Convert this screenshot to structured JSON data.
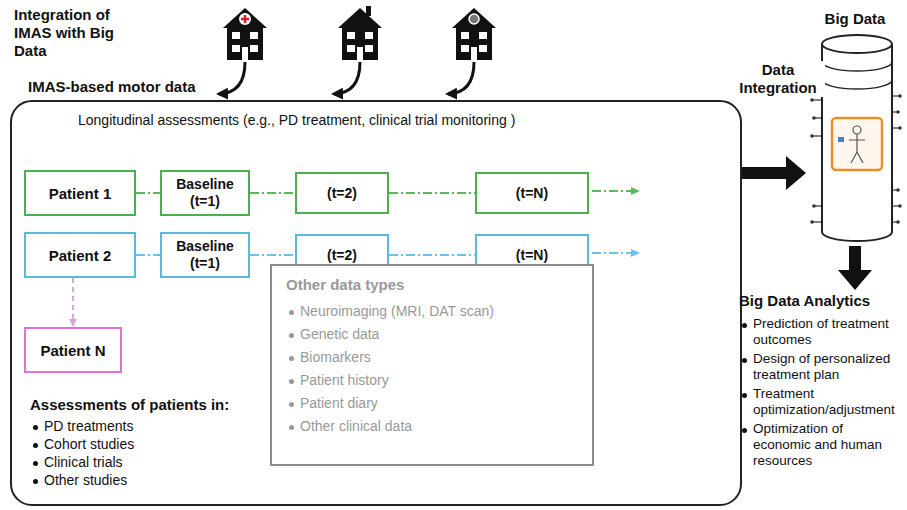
{
  "diagram": {
    "title": "Integration of IMAS with Big Data",
    "nodes": [
      {
        "text": [
          "IMAS-based motor data",
          "Longitudinal assessments (e.g., PD treatment, clinical trial monitoring )"
        ]
      },
      {
        "text": [
          "Patient 1"
        ],
        "in": 0
      },
      {
        "text": [
          "Baseline (t=1)"
        ],
        "in": 0
      },
      {
        "text": [
          "(t=2)"
        ],
        "in": 0
      },
      {
        "text": [
          "(t=N)"
        ],
        "in": 0
      },
      {
        "text": [
          "Patient 2"
        ],
        "in": 0
      },
      {
        "text": [
          "Baseline (t=1)"
        ],
        "in": 0
      },
      {
        "text": [
          "(t=2)"
        ],
        "in": 0
      },
      {
        "text": [
          "(t=N)"
        ],
        "in": 0
      },
      {
        "text": [
          "Patient N"
        ],
        "in": 0
      },
      {
        "text": [
          "Other data types",
          "Neuroimaging (MRI, DAT scan)",
          "Genetic data",
          "Biomarkers",
          "Patient history",
          "Patient diary",
          "Other clinical data"
        ],
        "in": 0
      },
      {
        "text": [
          "Big Data"
        ]
      },
      {
        "text": [
          "Big Data Analytics",
          "Prediction of treatment outcomes",
          "Design of personalized treatment plan",
          "Treatment optimization/adjustment",
          "Optimization of economic and human resources"
        ]
      }
    ],
    "edges": [
      {
        "from": 1,
        "to": 2,
        "arrow": "none"
      },
      {
        "from": 2,
        "to": 3,
        "arrow": "none"
      },
      {
        "from": 3,
        "to": 4,
        "arrow": "none"
      },
      {
        "from": 5,
        "to": 6,
        "arrow": "none"
      },
      {
        "from": 6,
        "to": 7,
        "arrow": "none"
      },
      {
        "from": 7,
        "to": 8,
        "arrow": "none"
      },
      {
        "from": 5,
        "to": 9,
        "arrow": "to"
      },
      {
        "from": 0,
        "to": 11,
        "label": "Data Integration",
        "arrow": "to"
      },
      {
        "from": 11,
        "to": 12,
        "arrow": "to"
      }
    ],
    "labels": [
      "Assessments of patients in:",
      "PD treatments",
      "Cohort studies",
      "Clinical trials",
      "Other studies"
    ]
  }
}
